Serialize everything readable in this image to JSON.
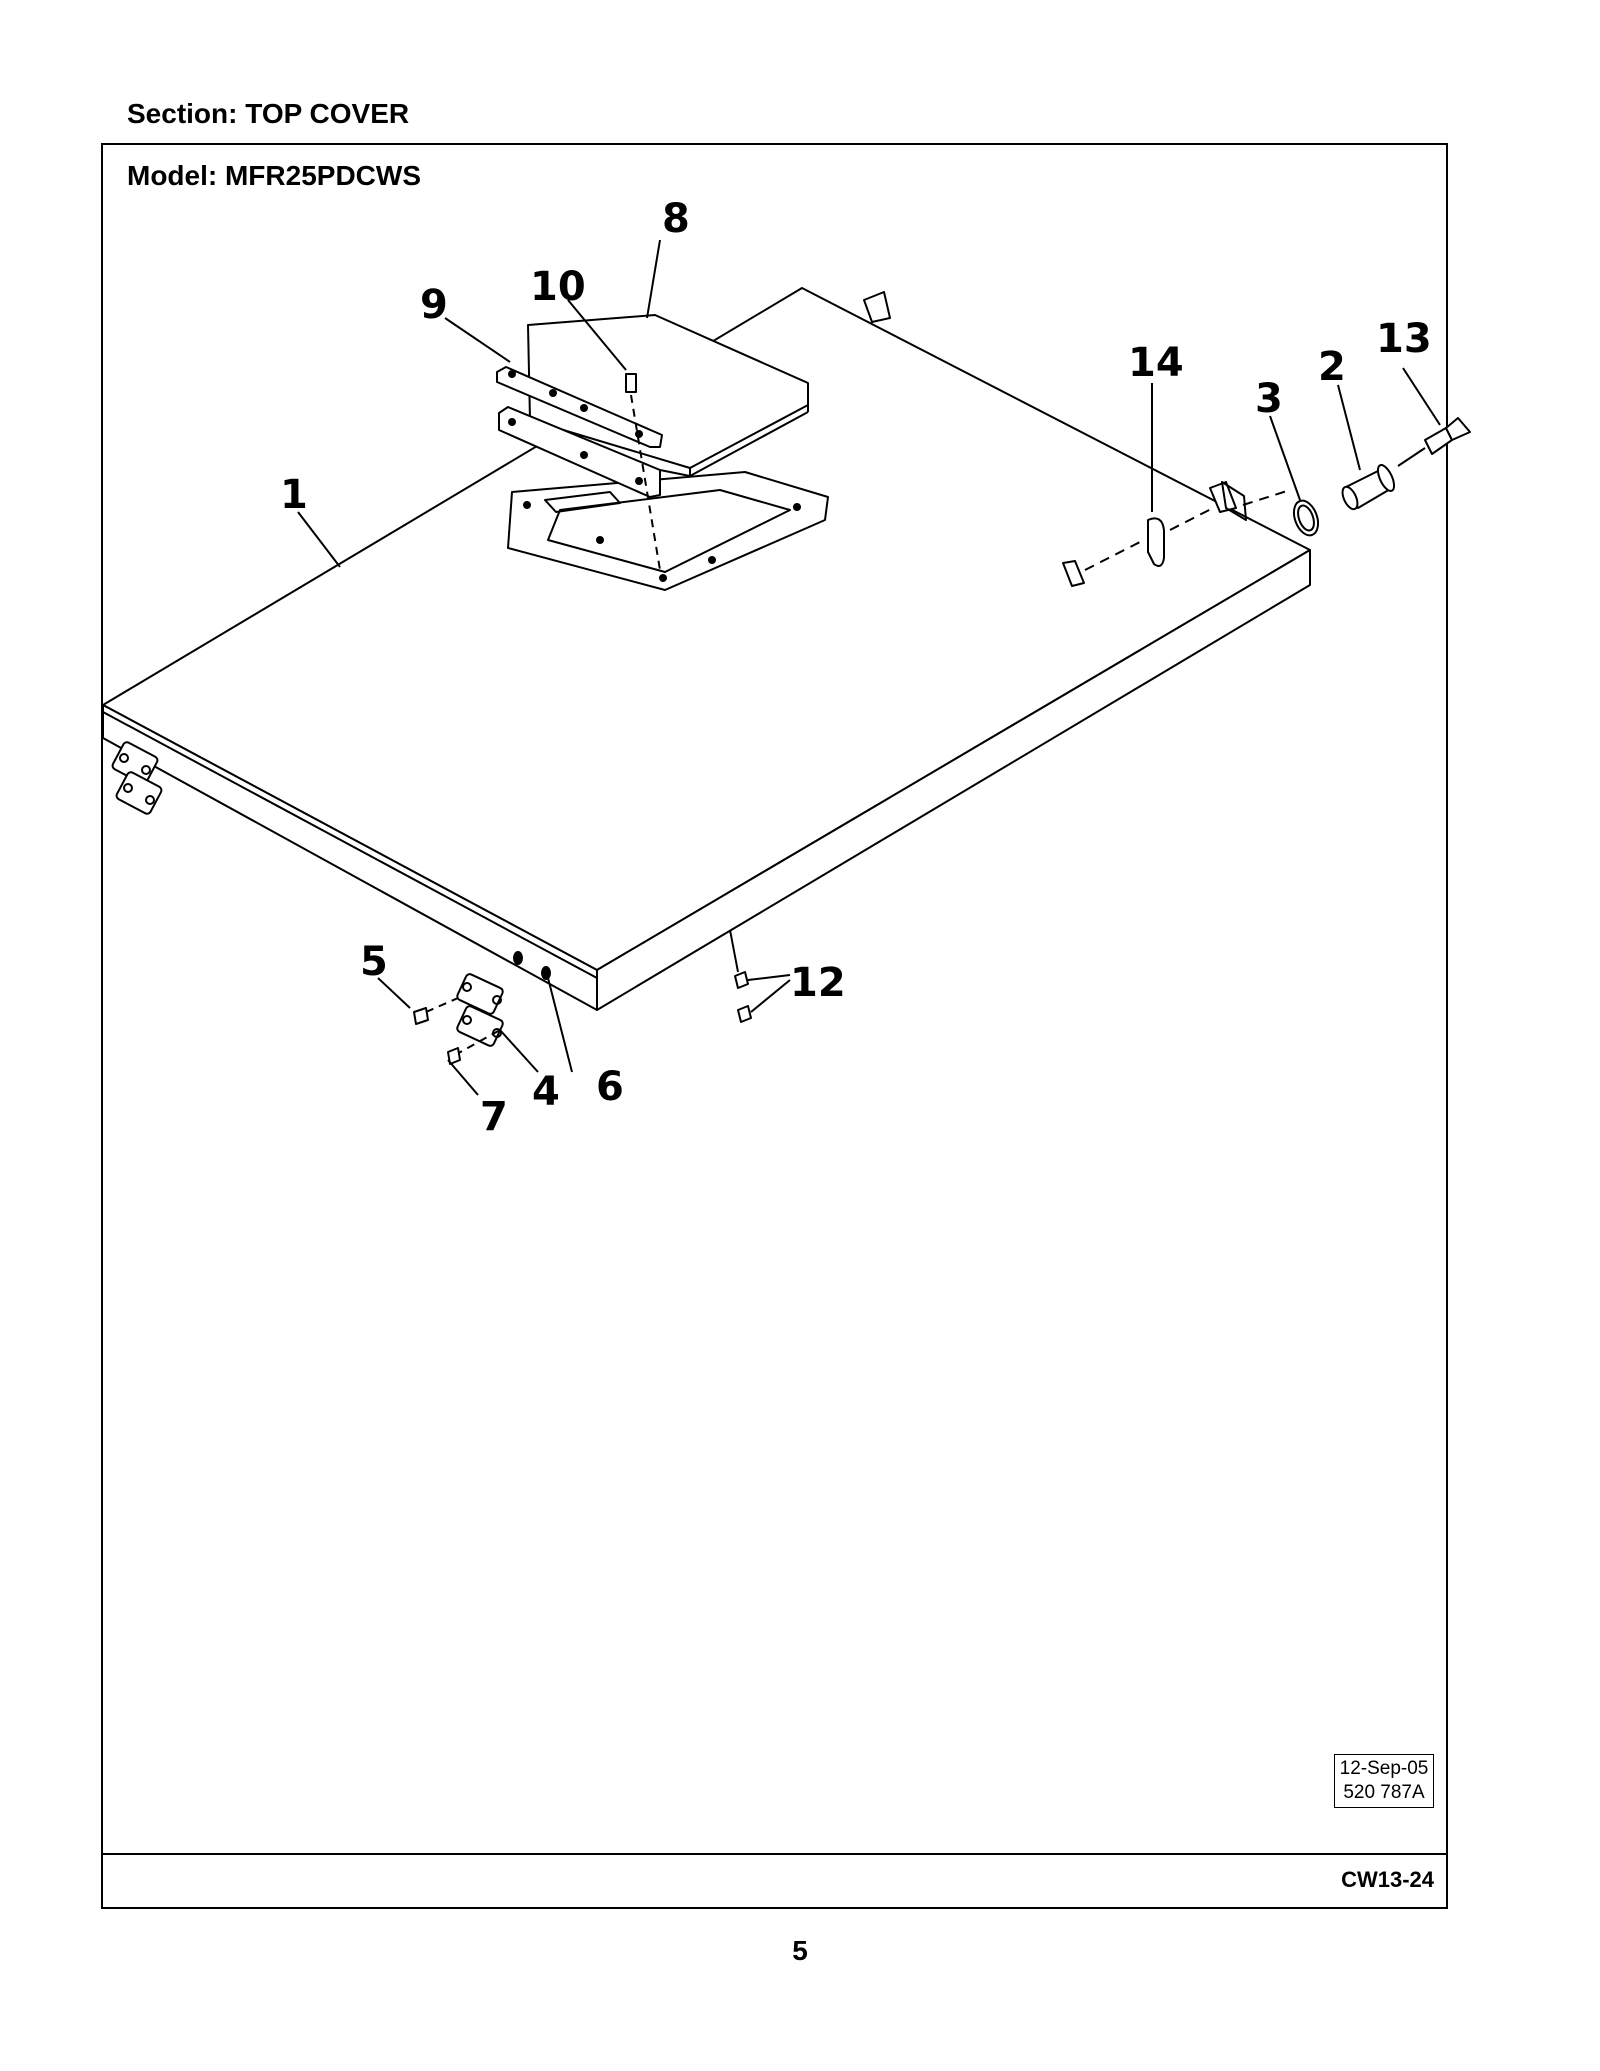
{
  "header": {
    "section_label": "Section:  TOP COVER"
  },
  "frame": {
    "model_label": "Model:  MFR25PDCWS"
  },
  "stamp": {
    "date": "12-Sep-05",
    "drawing_no": "520 787A"
  },
  "footer": {
    "code": "CW13-24"
  },
  "page": {
    "number": "5"
  },
  "callouts": [
    "1",
    "2",
    "3",
    "4",
    "5",
    "6",
    "7",
    "8",
    "9",
    "10",
    "12",
    "13",
    "14"
  ]
}
